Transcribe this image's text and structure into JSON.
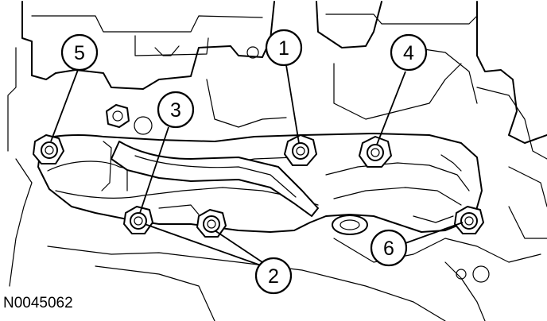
{
  "figure": {
    "id": "N0045062",
    "callouts": [
      {
        "label": "1"
      },
      {
        "label": "2"
      },
      {
        "label": "3"
      },
      {
        "label": "4"
      },
      {
        "label": "5"
      },
      {
        "label": "6"
      }
    ]
  }
}
